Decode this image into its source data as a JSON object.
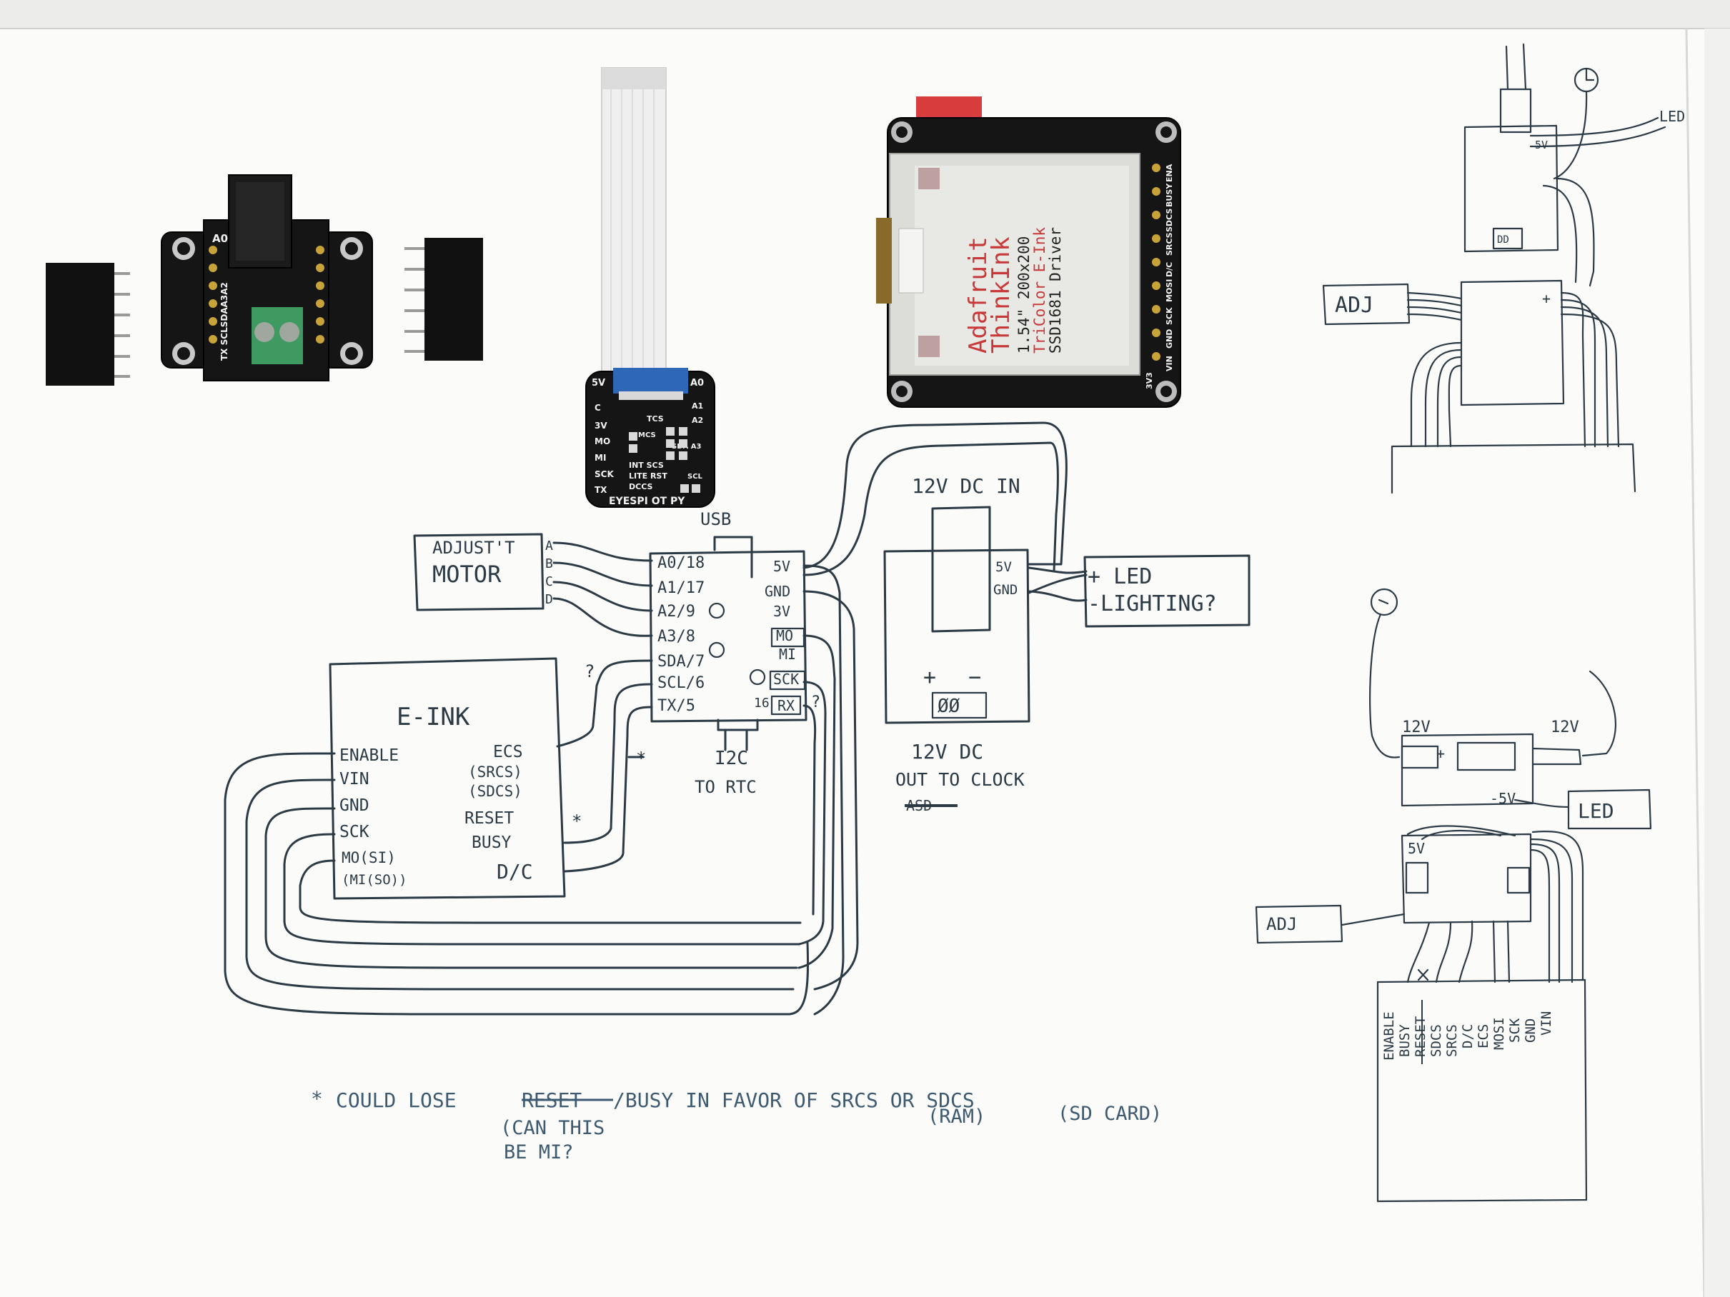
{
  "photo_parts": {
    "bff_board": {
      "pin_label": "A0",
      "bottom_label": "TX SCLSDAA3A2"
    },
    "eyespi_board": {
      "name": "EYESPI OT PY",
      "left_pins": [
        "5V",
        "C",
        "3V",
        "MO",
        "MI",
        "SCK",
        "TX"
      ],
      "right_pins": [
        "A0",
        "A1",
        "A2"
      ],
      "middle": [
        "TCS",
        "MCS",
        "INT SCS",
        "LITE RST",
        "DCCS",
        "SDA A3",
        "SCL"
      ]
    },
    "eink_module": {
      "line1": "Adafruit",
      "line2": "ThinkInk",
      "line3": "1.54\" 200x200",
      "line4": "TriColor E-Ink",
      "line5": "SSD1681 Driver",
      "side_pins": [
        "ENA",
        "BUSY",
        "SDCS",
        "SRCS",
        "D/C",
        "MOSI",
        "SCK",
        "GND",
        "VIN"
      ],
      "bottom_pins": [
        "3V3"
      ]
    }
  },
  "diagram": {
    "motor": {
      "title1": "ADJUST'T",
      "title2": "MOTOR",
      "pins": [
        "A",
        "B",
        "C",
        "D"
      ]
    },
    "mcu": {
      "top_label": "USB",
      "left_pins": [
        "A0/18",
        "A1/17",
        "A2/9",
        "A3/8",
        "SDA/7",
        "SCL/6",
        "TX/5"
      ],
      "right_pins": [
        "5V",
        "GND",
        "3V",
        "MO",
        "MI",
        "SCK",
        "RX"
      ],
      "pin16": "16"
    },
    "i2c_note": {
      "line1": "I2C",
      "line2": "TO RTC"
    },
    "eink": {
      "title": "E-INK",
      "left_pins": [
        "ENABLE",
        "VIN",
        "GND",
        "SCK",
        "MO(SI)",
        "(MI(SO))"
      ],
      "right_pins": [
        "ECS",
        "(SRCS)",
        "(SDCS)",
        "RESET",
        "BUSY",
        "D/C"
      ]
    },
    "question_marks": [
      "?",
      "?"
    ],
    "asterisks": [
      "*",
      "*"
    ],
    "power": {
      "top_label": "12V DC IN",
      "out_pins": [
        "5V",
        "GND"
      ],
      "plus_minus": [
        "+",
        "−"
      ],
      "terminal": "ØØ",
      "bottom1": "12V DC",
      "bottom2": "OUT TO CLOCK",
      "struck": "ASD"
    },
    "led": {
      "line1": "+ LED",
      "line2": "-LIGHTING?"
    },
    "note": {
      "star": "*",
      "text1": "COULD LOSE",
      "text_struck": "RESET",
      "text2": "/BUSY IN FAVOR OF SRCS OR SDCS",
      "sub1": "(CAN THIS",
      "sub2": "BE MI?",
      "sub_ram": "(RAM)",
      "sub_sd": "(SD CARD)"
    },
    "sketch_top": {
      "led": "LED",
      "adj": "ADJ",
      "pin": "5V",
      "small": "DD",
      "plus": "+"
    },
    "sketch_bottom": {
      "left_12v": "12V",
      "right_12v": "12V",
      "plus": "+",
      "minus_5v": "-5V",
      "led": "LED",
      "five_v": "5V",
      "adj": "ADJ",
      "pins": [
        "ENABLE",
        "BUSY",
        "RESET",
        "SDCS",
        "SRCS",
        "D/C",
        "ECS",
        "MOSI",
        "SCK",
        "GND",
        "VIN"
      ]
    }
  }
}
